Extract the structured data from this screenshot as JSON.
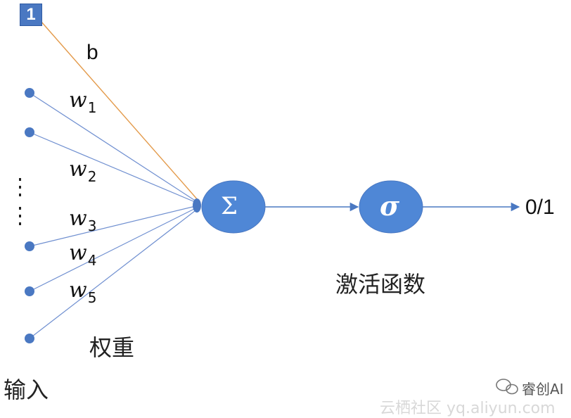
{
  "bias_input": "1",
  "bias_label": "b",
  "weights": [
    {
      "w": "w",
      "sub": "1"
    },
    {
      "w": "w",
      "sub": "2"
    },
    {
      "w": "w",
      "sub": "3"
    },
    {
      "w": "w",
      "sub": "4"
    },
    {
      "w": "w",
      "sub": "5"
    }
  ],
  "sum_symbol": "Σ",
  "activation_symbol": "σ",
  "output_label": "0/1",
  "weights_label": "权重",
  "inputs_label": "输入",
  "activation_label": "激活函数",
  "watermark": {
    "brand": "睿创AI",
    "site": "云栖社区 yq.aliyun.com"
  },
  "colors": {
    "node": "#4a78c2",
    "node_fill": "#4f87d6",
    "edge": "#6f8fd0",
    "bias_edge": "#e39a4a"
  }
}
